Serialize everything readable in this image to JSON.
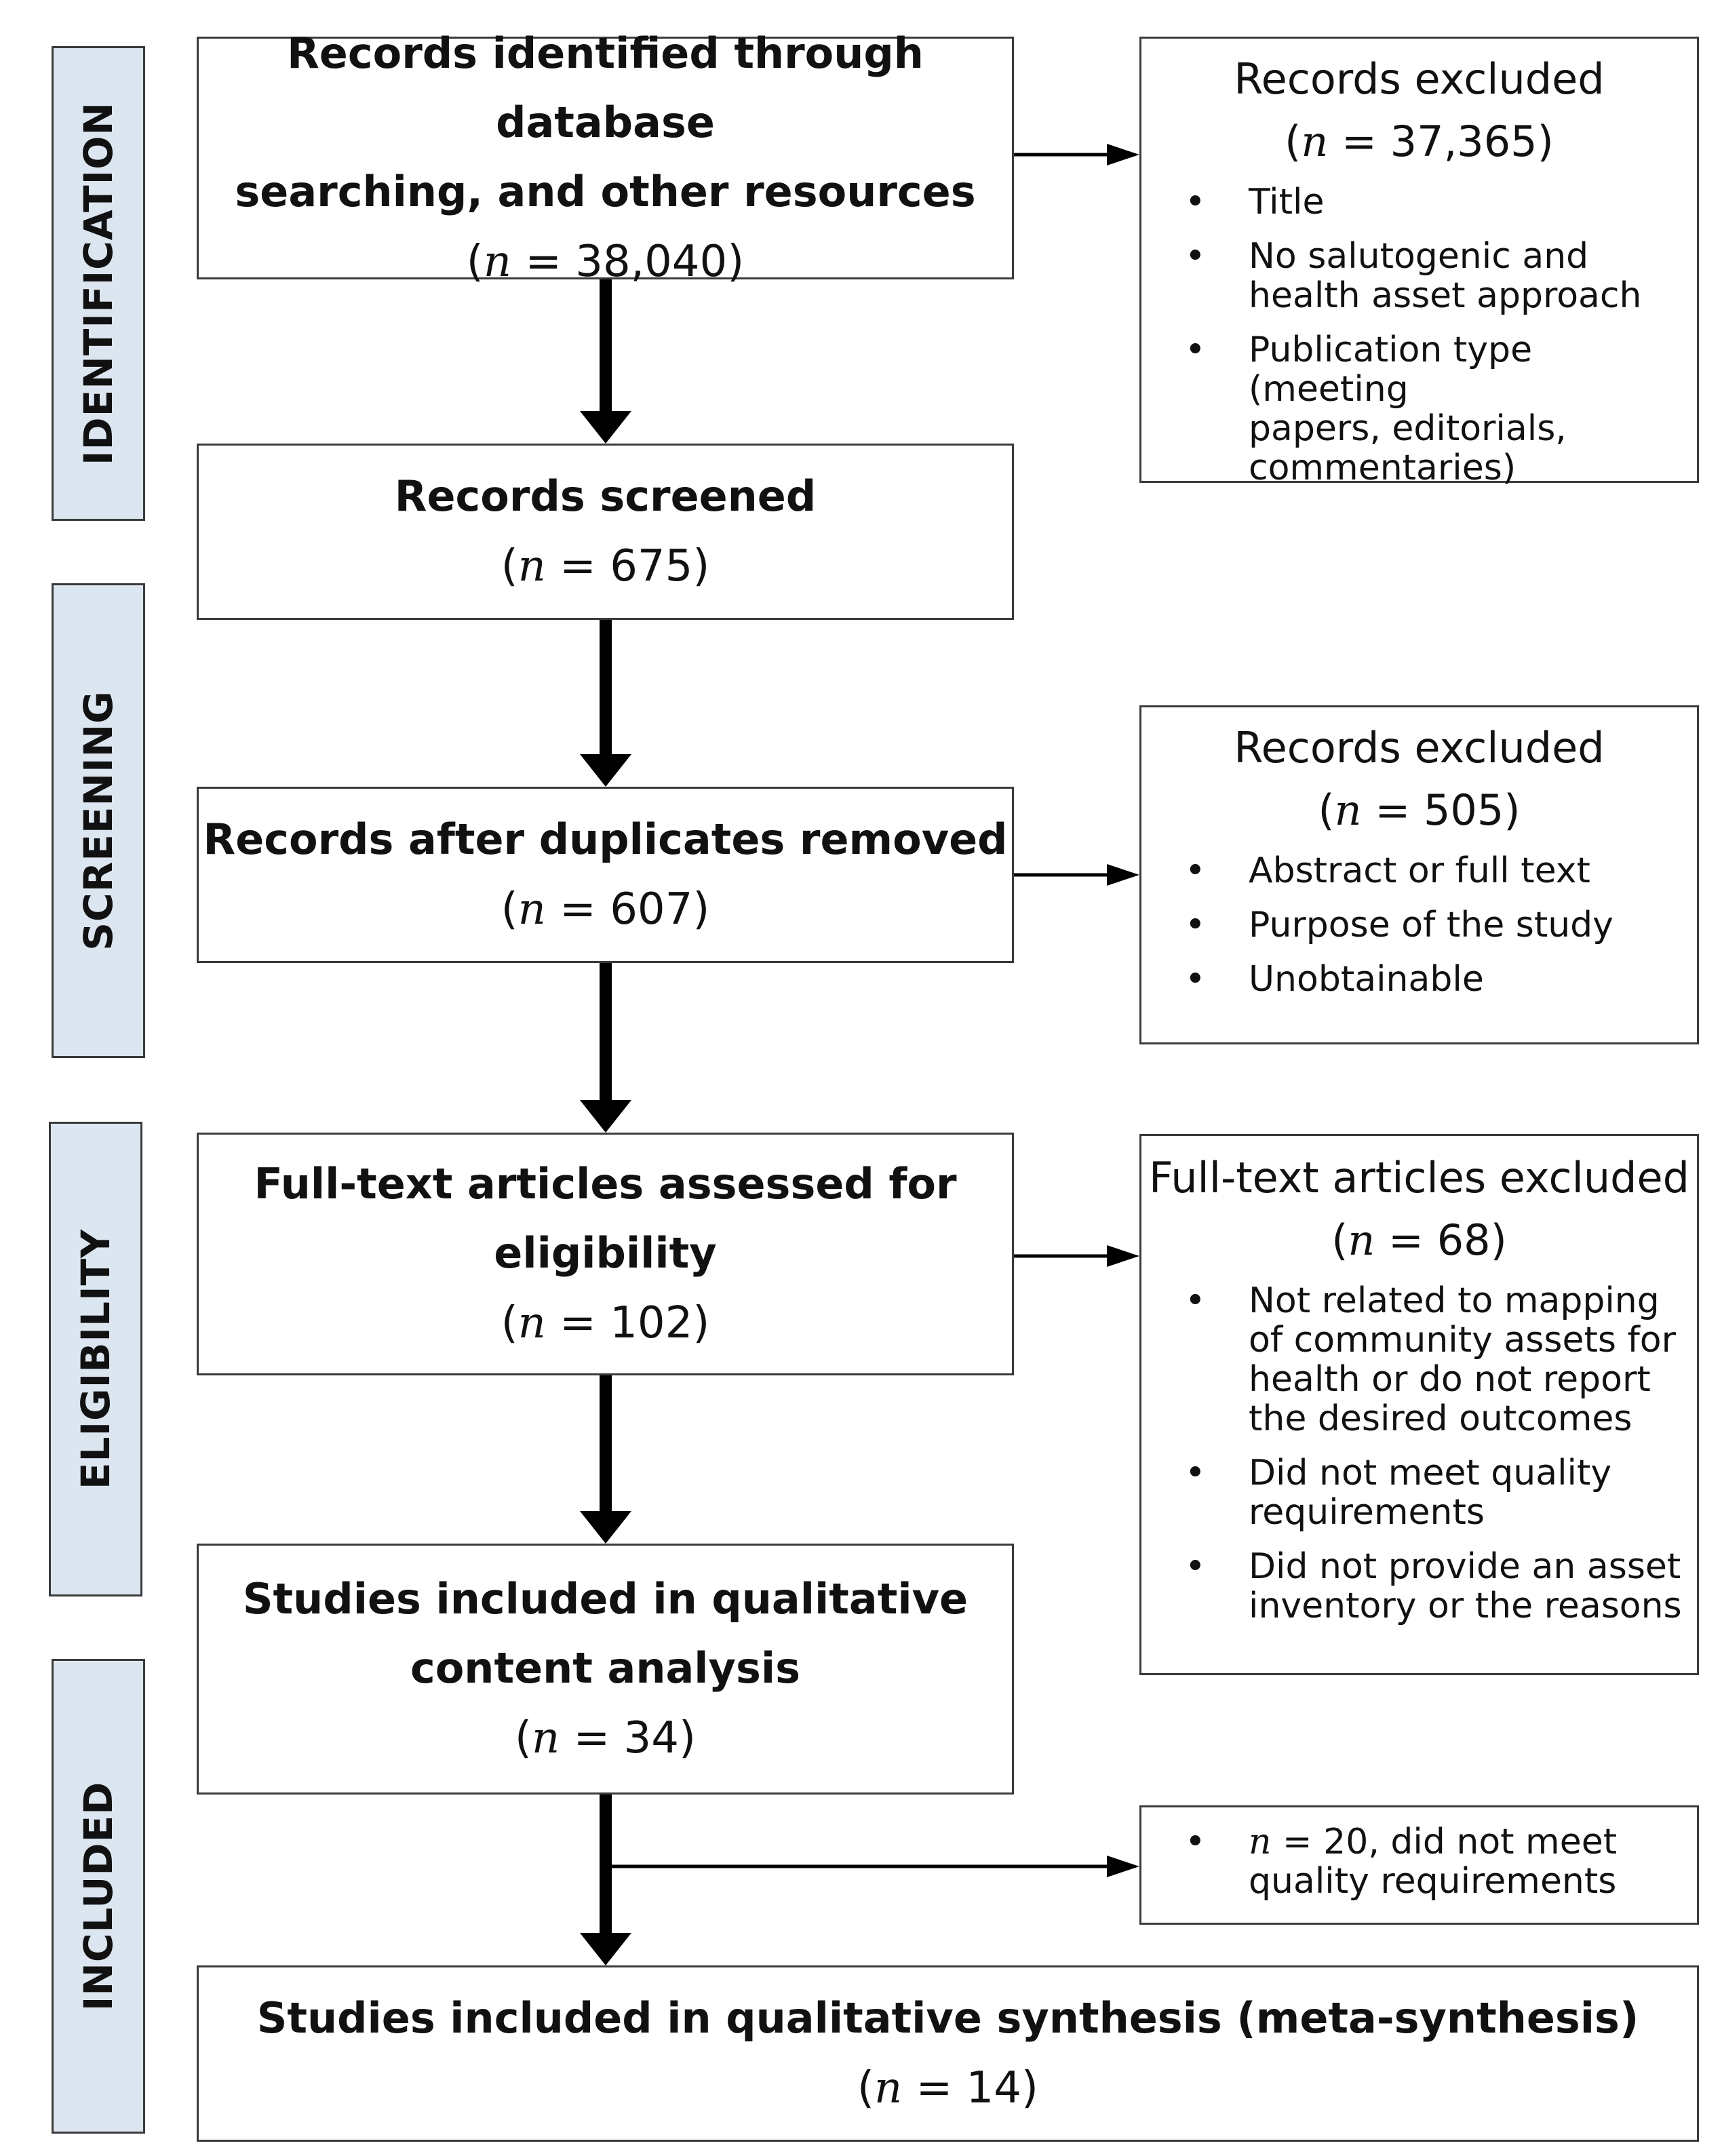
{
  "stages": {
    "identification": "IDENTIFICATION",
    "screening": "SCREENING",
    "eligibility": "ELIGIBILITY",
    "included": "INCLUDED"
  },
  "nodes": {
    "identified": {
      "title_line1": "Records identified through database",
      "title_line2": "searching, and other resources",
      "n": "38,040"
    },
    "screened": {
      "title": "Records screened",
      "n": "675"
    },
    "deduplicated": {
      "title": "Records after duplicates removed",
      "n": "607"
    },
    "fulltext": {
      "title_line1": "Full-text articles assessed for",
      "title_line2": "eligibility",
      "n": "102"
    },
    "content_analysis": {
      "title_line1": "Studies included in qualitative",
      "title_line2": "content analysis",
      "n": "34"
    },
    "synthesis": {
      "title": "Studies included in qualitative synthesis (meta-synthesis)",
      "n": "14"
    }
  },
  "exclusions": {
    "first": {
      "title": "Records excluded",
      "n": "37,365",
      "reasons": [
        [
          "Title"
        ],
        [
          "No salutogenic and",
          "health asset approach"
        ],
        [
          "Publication type (meeting",
          "papers, editorials,",
          "commentaries)"
        ]
      ]
    },
    "second": {
      "title": "Records excluded",
      "n": "505",
      "reasons": [
        [
          "Abstract or full text"
        ],
        [
          "Purpose of the study"
        ],
        [
          "Unobtainable"
        ]
      ]
    },
    "third": {
      "title": "Full-text articles excluded",
      "n": "68",
      "reasons": [
        [
          "Not related to mapping",
          "of community assets for",
          "health or do not report",
          "the desired outcomes"
        ],
        [
          "Did not meet quality",
          "requirements"
        ],
        [
          "Did not provide an asset",
          "inventory or the reasons"
        ]
      ]
    },
    "fourth": {
      "n": "20",
      "line1_suffix": ", did not meet",
      "line2": "quality requirements"
    }
  },
  "labels": {
    "n_symbol": "n",
    "n_open": "(",
    "n_equals": " = ",
    "n_close": ")",
    "bullet": "•"
  }
}
